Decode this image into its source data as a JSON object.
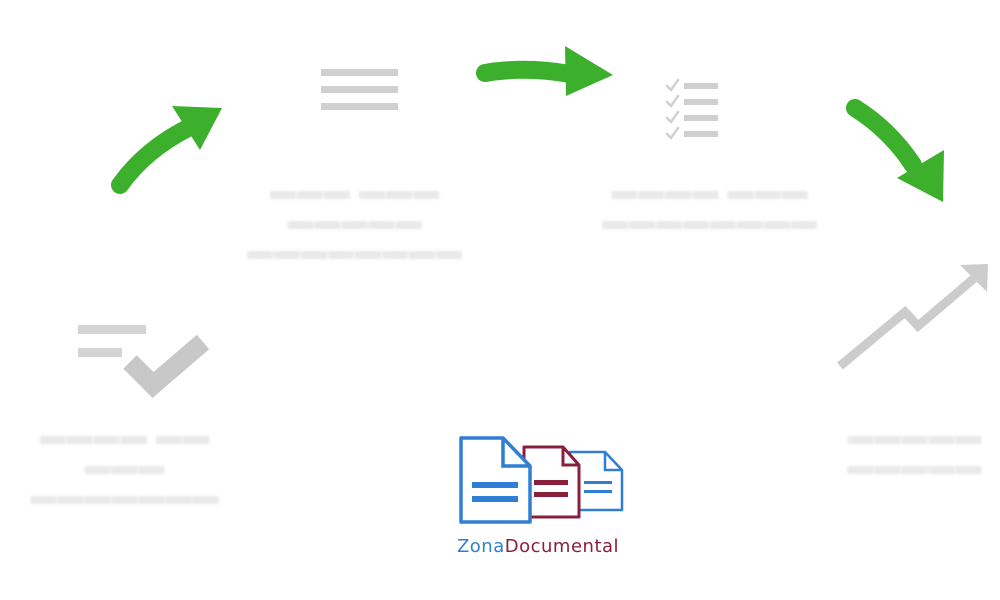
{
  "diagram": {
    "steps": [
      {
        "id": "step-1-list-check",
        "icon": "list-check-icon",
        "label": ""
      },
      {
        "id": "step-2-lines",
        "icon": "text-lines-icon",
        "label": ""
      },
      {
        "id": "step-3-checklist",
        "icon": "checklist-icon",
        "label": ""
      },
      {
        "id": "step-4-growth",
        "icon": "trend-up-icon",
        "label": ""
      }
    ],
    "arrow_color": "#3cb02c",
    "icon_color": "#d0d0d0"
  },
  "brand": {
    "name_part1": "Zona",
    "name_part2": "Documental",
    "color_primary": "#2f7fd4",
    "color_secondary": "#8a1f3c"
  }
}
